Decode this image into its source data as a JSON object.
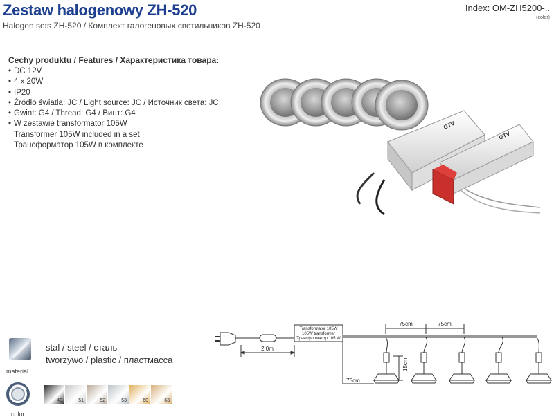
{
  "header": {
    "title": "Zestaw halogenowy ZH-520",
    "subtitle": "Halogen sets ZH-520 / Комплект галогеновых светильников ZH-520",
    "index": "Index: OM-ZH5200-..",
    "index_note": "(color)"
  },
  "features": {
    "heading": "Cechy produktu / Features / Характеристика товара:",
    "items": [
      "DC 12V",
      "4 x 20W",
      "IP20",
      "Źródło światła: JC / Light source: JC / Источник света: JC",
      "Gwint: G4 / Thread: G4 / Винт: G4",
      "W zestawie transformator 105W"
    ],
    "continuation": [
      "Transformer 105W included in a set",
      "Трансформатор 105W в комплекте"
    ]
  },
  "material": {
    "label": "material",
    "lines": [
      "stal / steel / сталь",
      "tworzywo / plastic / пластмасса"
    ]
  },
  "color": {
    "label": "color",
    "swatches": [
      {
        "code": "40",
        "color": "#2a2a2a"
      },
      {
        "code": "51",
        "color": "#c9c9c9"
      },
      {
        "code": "52",
        "color": "#b9aa9a"
      },
      {
        "code": "53",
        "color": "#bcc4c8"
      },
      {
        "code": "60",
        "color": "#e1b25f"
      },
      {
        "code": "63",
        "color": "#d8b07a"
      }
    ]
  },
  "product": {
    "transformer_brand": "GTV"
  },
  "diagram": {
    "transformer_label": [
      "Transformator 105W",
      "105W transformer",
      "Трансформатор 105 W"
    ],
    "cable_length": "2.0m",
    "spacing_1": "75cm",
    "spacing_2": "75cm",
    "drop_length": "75cm",
    "vertical_length": "15cm"
  }
}
